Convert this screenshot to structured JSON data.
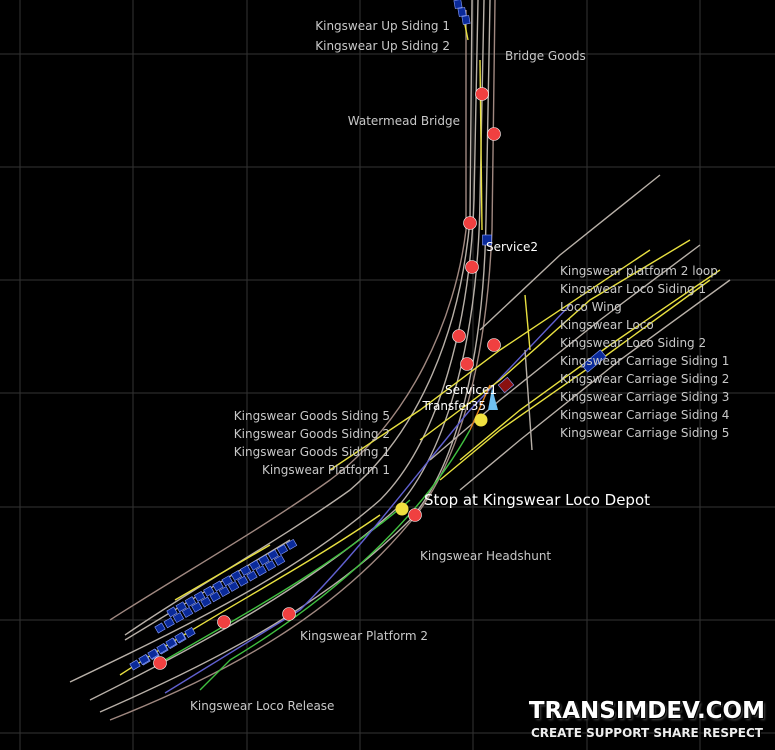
{
  "map": {
    "track_labels": [
      "Kingswear Up Siding 1",
      "Kingswear Up Siding 2",
      "Watermead Bridge",
      "Bridge Goods",
      "Kingswear platform 2 loop",
      "Kingswear Loco Siding 1",
      "Kingswear Carriage Siding 1",
      "Kingswear Carriage Siding 2",
      "Kingswear Carriage Siding 3",
      "Kingswear Carriage Siding 4",
      "Kingswear Carriage Siding 5",
      "Loco Wing",
      "Kingswear Loco",
      "Kingswear Loco Siding 2",
      "Kingswear Goods Siding 5",
      "Kingswear Goods Siding 2",
      "Kingswear Goods Siding 1",
      "Kingswear Platform 1",
      "Kingswear Platform 2",
      "Kingswear Loco Release",
      "Kingswear Headshunt"
    ],
    "service_labels": [
      "Service2",
      "Service1",
      "Transfer35"
    ],
    "event_label": "Stop at Kingswear Loco Depot",
    "colors": {
      "background": "#000000",
      "grid": "#333333",
      "track_default": "#b8b0a8",
      "track_yellow": "#e8e040",
      "track_green": "#40c040",
      "track_blue": "#6060d0",
      "signal": "#f04040",
      "stop_marker": "#f0e040",
      "consist": "#0a2a9a"
    }
  },
  "watermark": {
    "title": "TRANSIMDEV.COM",
    "tagline": "CREATE SUPPORT SHARE RESPECT"
  }
}
